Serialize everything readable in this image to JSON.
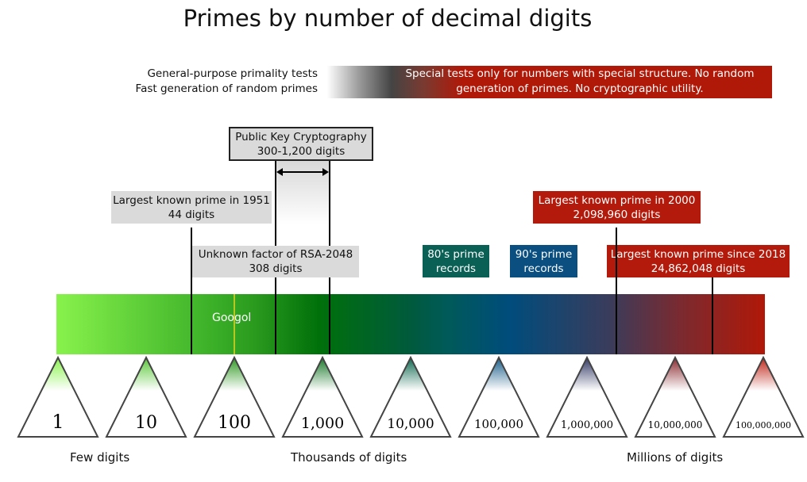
{
  "title": "Primes by number of decimal digits",
  "banner": {
    "left_lines": [
      "General-purpose primality tests",
      "Fast generation of random primes"
    ],
    "right_lines": [
      "Special tests only for numbers with special structure. No random",
      "generation of primes. No cryptographic utility."
    ]
  },
  "annotations": {
    "pkc": {
      "line1": "Public Key Cryptography",
      "line2": "300-1,200 digits"
    },
    "prime1951": {
      "line1": "Largest known prime in 1951",
      "line2": "44 digits"
    },
    "rsa": {
      "line1": "Unknown factor of RSA-2048",
      "line2": "308 digits"
    },
    "records80": {
      "line1": "80's prime",
      "line2": "records"
    },
    "records90": {
      "line1": "90's prime",
      "line2": "records"
    },
    "prime2000": {
      "line1": "Largest known prime in 2000",
      "line2": "2,098,960 digits"
    },
    "prime2018": {
      "line1": "Largest known prime since 2018",
      "line2": "24,862,048 digits"
    },
    "googol": "Googol"
  },
  "scale": {
    "markers": [
      "1",
      "10",
      "100",
      "1,000",
      "10,000",
      "100,000",
      "1,000,000",
      "10,000,000",
      "100,000,000"
    ],
    "tip_colors": [
      "#8af24e",
      "#5cc83a",
      "#2f9a22",
      "#1a7a2a",
      "#0f6a50",
      "#1a5f8a",
      "#343a66",
      "#8a2a30",
      "#c0281a"
    ]
  },
  "bottom_labels": {
    "few": "Few digits",
    "thousands": "Thousands of digits",
    "millions": "Millions of digits"
  }
}
